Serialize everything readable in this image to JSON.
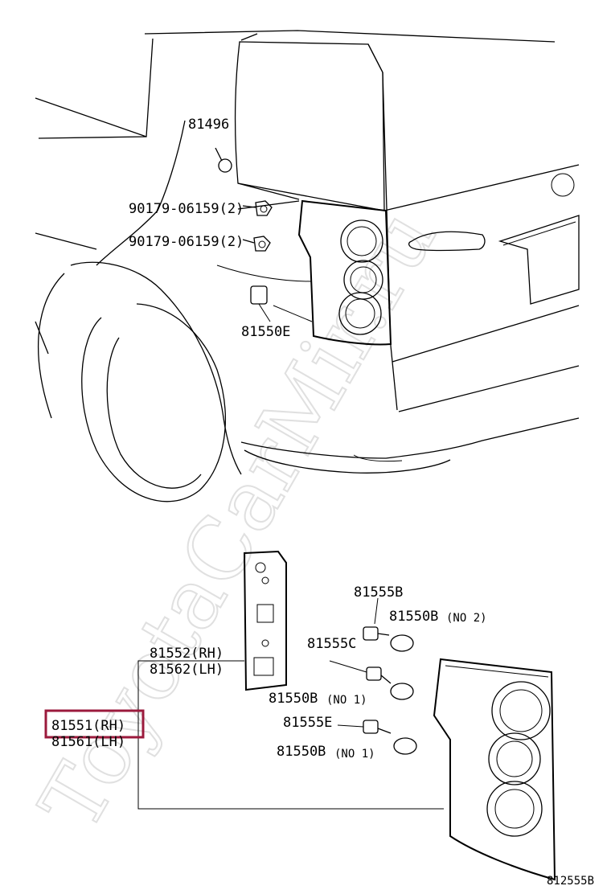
{
  "watermark": "ToyotaCarMir.ru",
  "labels": {
    "p81496": "81496",
    "p90179_a": "90179-06159(2)",
    "p90179_b": "90179-06159(2)",
    "p81550e": "81550E",
    "p81555b": "81555B",
    "p81550b_no2": "81550B",
    "no2": "(NO 2)",
    "p81555c": "81555C",
    "p81552": "81552(RH)",
    "p81562": "81562(LH)",
    "p81550b_no1a": "81550B",
    "no1a": "(NO 1)",
    "p81551": "81551(RH)",
    "p81561": "81561(LH)",
    "p81555e": "81555E",
    "p81550b_no1b": "81550B",
    "no1b": "(NO 1)"
  },
  "figure_id": "812555B",
  "highlight_color": "#9b1a3c"
}
